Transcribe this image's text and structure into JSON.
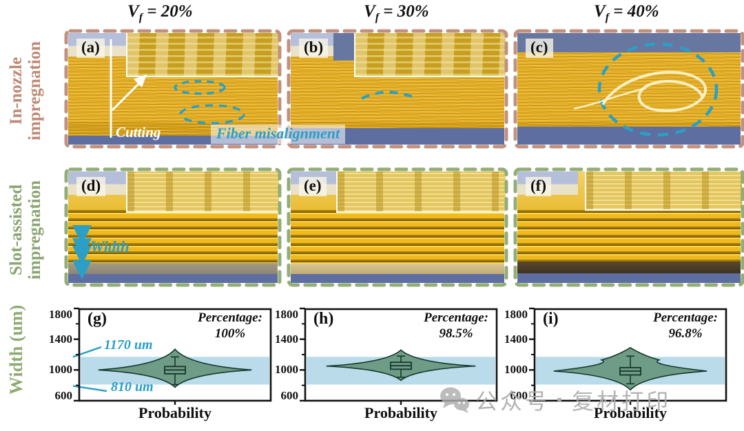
{
  "headers": [
    {
      "var": "V",
      "sub": "f",
      "rest": " = 20%"
    },
    {
      "var": "V",
      "sub": "f",
      "rest": " = 30%"
    },
    {
      "var": "V",
      "sub": "f",
      "rest": " = 40%"
    }
  ],
  "row_labels": {
    "in_nozzle": {
      "line1": "In-nozzle",
      "line2": "impregnation"
    },
    "slot": {
      "line1": "Slot-assisted",
      "line2": "impregnation"
    },
    "width_axis": "Width (um)"
  },
  "panels": {
    "photos": [
      {
        "letter": "(a)"
      },
      {
        "letter": "(b)"
      },
      {
        "letter": "(c)"
      },
      {
        "letter": "(d)"
      },
      {
        "letter": "(e)"
      },
      {
        "letter": "(f)"
      }
    ],
    "annotations": {
      "cutting": "Cutting",
      "fiber_misalignment": "Fiber misalignment",
      "width": "Width"
    }
  },
  "chart_data": [
    {
      "type": "violin",
      "panel": "(g)",
      "xlabel": "Probability",
      "ylabel": "Width (um)",
      "ylim": [
        600,
        1800
      ],
      "yticks_major": [
        1800,
        1400,
        1000,
        600
      ],
      "yticks_minor": [
        800,
        1200,
        1600
      ],
      "band": {
        "low": 810,
        "high": 1170
      },
      "band_labels": {
        "high": "1170 um",
        "low": "810 um"
      },
      "percentage_label": "Percentage:",
      "percentage_value": "100%",
      "violin": {
        "wide_at": 1000,
        "top": 1270,
        "bottom": 775,
        "halfwidth_frac": 0.8
      },
      "box": {
        "median": 1000,
        "q1": 950,
        "q3": 1045,
        "whisker_low": 810,
        "whisker_high": 1170
      }
    },
    {
      "type": "violin",
      "panel": "(h)",
      "xlabel": "Probability",
      "ylabel": "Width (um)",
      "ylim": [
        600,
        1800
      ],
      "yticks_major": [
        1800,
        1400,
        1000,
        600
      ],
      "yticks_minor": [
        800,
        1200,
        1600
      ],
      "band": {
        "low": 810,
        "high": 1170
      },
      "percentage_label": "Percentage:",
      "percentage_value": "98.5%",
      "violin": {
        "wide_at": 1050,
        "top": 1260,
        "bottom": 865,
        "halfwidth_frac": 0.78
      },
      "box": {
        "median": 1055,
        "q1": 1010,
        "q3": 1100,
        "whisker_low": 905,
        "whisker_high": 1180
      }
    },
    {
      "type": "violin",
      "panel": "(i)",
      "xlabel": "Probability",
      "ylabel": "Width (um)",
      "ylim": [
        600,
        1800
      ],
      "yticks_major": [
        1800,
        1400,
        1000,
        600
      ],
      "yticks_minor": [
        800,
        1200,
        1600
      ],
      "band": {
        "low": 810,
        "high": 1170
      },
      "percentage_label": "Percentage:",
      "percentage_value": "96.8%",
      "violin": {
        "wide_at": 985,
        "top": 1290,
        "bottom": 740,
        "halfwidth_frac": 0.8,
        "shoulder_at": 1130,
        "shoulder_frac": 0.3
      },
      "box": {
        "median": 985,
        "q1": 935,
        "q3": 1030,
        "whisker_low": 820,
        "whisker_high": 1180
      }
    }
  ],
  "colors": {
    "row1_accent": "#c2907e",
    "row2_accent": "#92ad76",
    "cyan": "#2b9fc6",
    "violin_fill": "#6f9c87",
    "violin_stroke": "#16362a",
    "band_fill": "#b9dbea",
    "green_label": "#8dab72"
  },
  "watermark": {
    "icon": "wechat-icon",
    "text1": "公众号",
    "sep": "·",
    "text2": "复材打印"
  }
}
